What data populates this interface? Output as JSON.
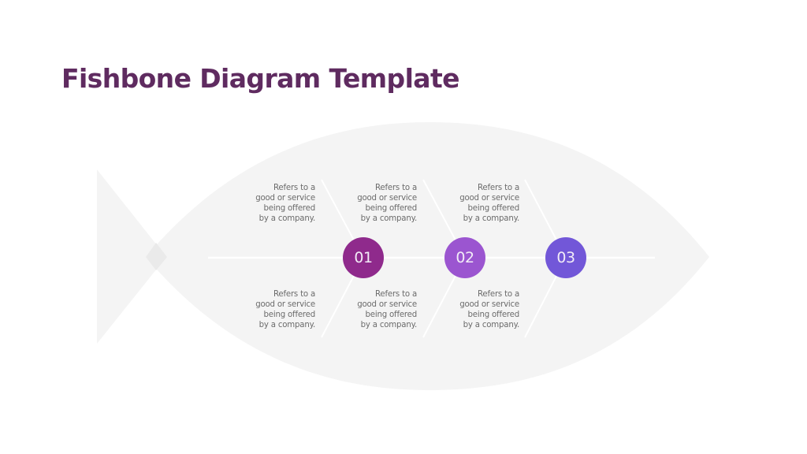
{
  "slide": {
    "title": "Fishbone Diagram Template"
  },
  "colors": {
    "title": "#5f2b60",
    "fish_body": "#f4f4f4",
    "tail_overlap": "#ebebeb",
    "bones": "#ffffff",
    "text": "#6b6b6b"
  },
  "steps": [
    {
      "label": "01",
      "color": "#8f2a8c",
      "top_text": [
        "Refers to a",
        "good or service",
        "being offered",
        "by a company."
      ],
      "bottom_text": [
        "Refers to a",
        "good or service",
        "being offered",
        "by a company."
      ]
    },
    {
      "label": "02",
      "color": "#9b55d0",
      "top_text": [
        "Refers to a",
        "good or service",
        "being offered",
        "by a company."
      ],
      "bottom_text": [
        "Refers to a",
        "good or service",
        "being offered",
        "by a company."
      ]
    },
    {
      "label": "03",
      "color": "#7257d8",
      "top_text": [
        "Refers to a",
        "good or service",
        "being offered",
        "by a company."
      ],
      "bottom_text": [
        "Refers to a",
        "good or service",
        "being offered",
        "by a company."
      ]
    }
  ]
}
